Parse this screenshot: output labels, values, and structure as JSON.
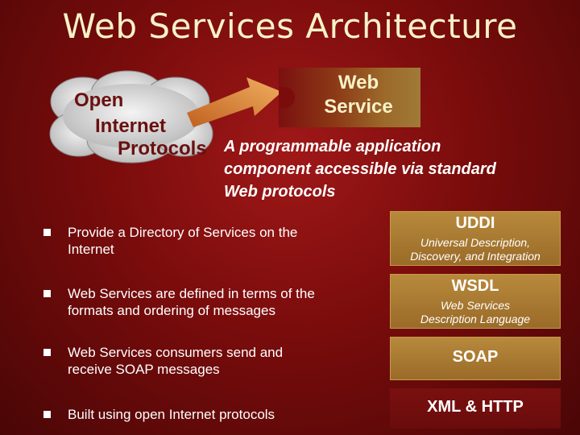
{
  "title": "Web Services Architecture",
  "cloud": {
    "line1": "Open",
    "line2": "Internet",
    "line3": "Protocols"
  },
  "web_service": {
    "line1": "Web",
    "line2": "Service"
  },
  "definition": {
    "line1": "A programmable application",
    "line2": "component accessible via standard",
    "line3": "Web protocols"
  },
  "bullets": [
    {
      "line1": "Provide a Directory of Services on the",
      "line2": "Internet"
    },
    {
      "line1": "Web Services are defined in terms of the",
      "line2": "formats and ordering of messages"
    },
    {
      "line1": "Web Services consumers send and",
      "line2": "receive SOAP messages"
    },
    {
      "line1": "Built using open Internet protocols",
      "line2": ""
    }
  ],
  "stack": [
    {
      "name": "UDDI",
      "sub1": "Universal Description,",
      "sub2": "Discovery, and Integration"
    },
    {
      "name": "WSDL",
      "sub1": "Web Services",
      "sub2": "Description Language"
    },
    {
      "name": "SOAP",
      "sub1": "",
      "sub2": ""
    },
    {
      "name": "XML & HTTP",
      "sub1": "",
      "sub2": ""
    }
  ],
  "colors": {
    "background": "#7a0c0c",
    "title": "#f7f2c8",
    "cloud_fill": "#d8d8d8",
    "cloud_text": "#6a1010",
    "arrow": "#e8a040",
    "stack_box": "#b88a3c"
  }
}
